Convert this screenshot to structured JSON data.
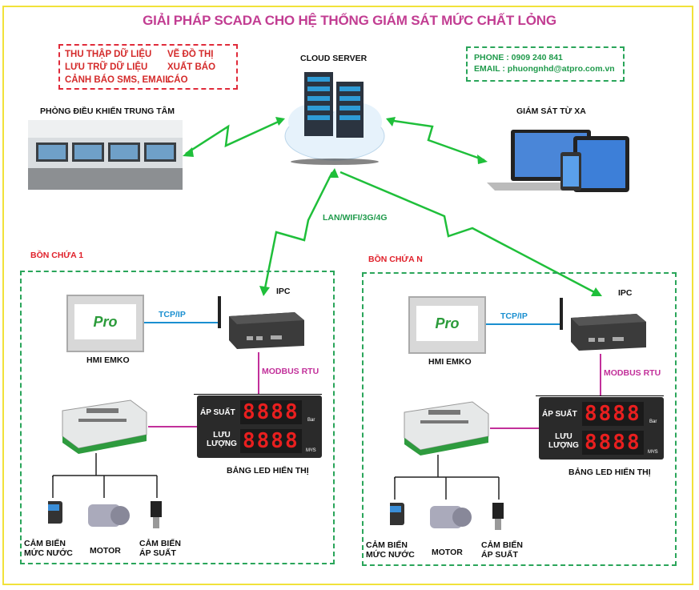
{
  "title": "GIẢI PHÁP SCADA CHO HỆ THỐNG GIÁM SÁT MỨC CHẤT LỎNG",
  "features": {
    "col1": [
      "THU THẬP DỮ LIỆU",
      "LƯU TRỮ DỮ LIỆU",
      "CẢNH BÁO SMS, EMAIL"
    ],
    "col2": [
      "VẼ ĐỒ THỊ",
      "XUẤT BÁO CÁO"
    ]
  },
  "contact": {
    "phone": "PHONE : 0909 240 841",
    "email": "EMAIL : phuongnhd@atpro.com.vn"
  },
  "cloud_label": "CLOUD SERVER",
  "control_room_label": "PHÒNG ĐIỀU KHIỂN TRUNG TÂM",
  "remote_label": "GIÁM SÁT TỪ XA",
  "network_label": "LAN/WIFI/3G/4G",
  "tanks": [
    {
      "name": "BỒN CHỨA 1",
      "hmi": "HMI EMKO",
      "hmi_logo": "Pro",
      "tcp": "TCP/IP",
      "ipc": "IPC",
      "modbus": "MODBUS RTU",
      "led_row1": "ÁP SUẤT",
      "led_row2a": "LƯU",
      "led_row2b": "LƯỢNG",
      "digits": "8888",
      "unit1": "Bar",
      "unit2": "M³/S",
      "led_label": "BẢNG LED HIỂN THỊ",
      "sensor1a": "CẢM BIẾN",
      "sensor1b": "MỨC NƯỚC",
      "motor": "MOTOR",
      "sensor2a": "CẢM BIẾN",
      "sensor2b": "ÁP SUẤT"
    },
    {
      "name": "BỒN CHỨA N",
      "hmi": "HMI EMKO",
      "hmi_logo": "Pro",
      "tcp": "TCP/IP",
      "ipc": "IPC",
      "modbus": "MODBUS RTU",
      "led_row1": "ÁP SUẤT",
      "led_row2a": "LƯU",
      "led_row2b": "LƯỢNG",
      "digits": "8888",
      "unit1": "Bar",
      "unit2": "M³/S",
      "led_label": "BẢNG LED HIỂN THỊ",
      "sensor1a": "CẢM BIẾN",
      "sensor1b": "MỨC NƯỚC",
      "motor": "MOTOR",
      "sensor2a": "CẢM BIẾN",
      "sensor2b": "ÁP SUẤT"
    }
  ],
  "colors": {
    "title": "#c23d92",
    "link": "#1fbf3a",
    "tank_border": "#2aa55a",
    "led_digit": "#e81f1f"
  }
}
